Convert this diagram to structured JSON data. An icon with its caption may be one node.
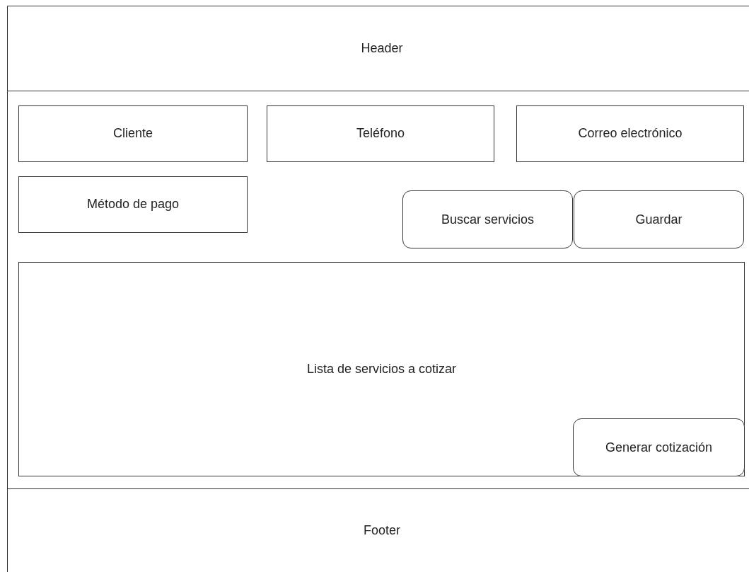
{
  "diagram": {
    "nodes": [
      {
        "text": [
          "Header"
        ]
      },
      {
        "text": [],
        "shape": "box"
      },
      {
        "text": [
          "Cliente"
        ],
        "in": 1
      },
      {
        "text": [
          "Teléfono"
        ],
        "in": 1
      },
      {
        "text": [
          "Correo electrónico"
        ],
        "in": 1
      },
      {
        "text": [
          "Método de pago"
        ],
        "in": 1
      },
      {
        "text": [
          "Buscar servicios"
        ],
        "in": 1
      },
      {
        "text": [
          "Guardar"
        ],
        "in": 1
      },
      {
        "text": [
          "Lista de servicios a cotizar"
        ],
        "in": 1
      },
      {
        "text": [
          "Generar cotización"
        ],
        "in": 8
      },
      {
        "text": [
          "Footer"
        ]
      }
    ]
  }
}
